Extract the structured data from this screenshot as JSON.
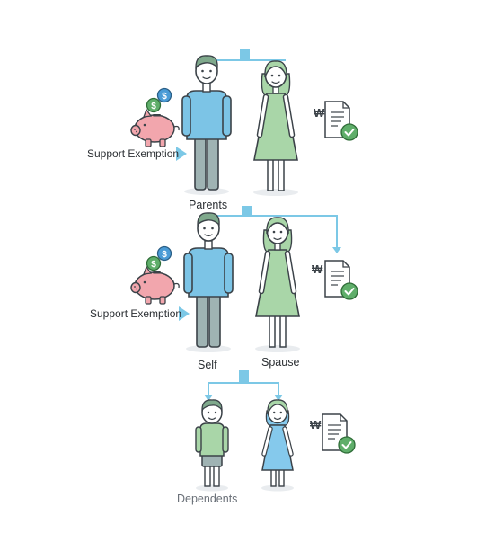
{
  "diagram": {
    "colors": {
      "connector": "#7cc8e6",
      "outline": "#3b4248",
      "male_shirt": "#7cc4e6",
      "pants": "#9fb3b3",
      "hair": "#7fa98c",
      "female_dress": "#a9d6a8",
      "child_girl_dress": "#85c9ec",
      "piggy": "#f2a6ad",
      "coin": "#4a9bd6",
      "coin_green": "#5fae6a",
      "doc_check": "#5fae6a"
    },
    "tiers": [
      {
        "id": "parents",
        "label": "Parents",
        "support_label": "Support Exemption",
        "tax_doc_symbol": "₩"
      },
      {
        "id": "self",
        "label_self": "Self",
        "label_spouse": "Spause",
        "support_label": "Support Exemption",
        "tax_doc_symbol": "₩"
      },
      {
        "id": "dependents",
        "label": "Dependents",
        "tax_doc_symbol": "₩"
      }
    ]
  }
}
